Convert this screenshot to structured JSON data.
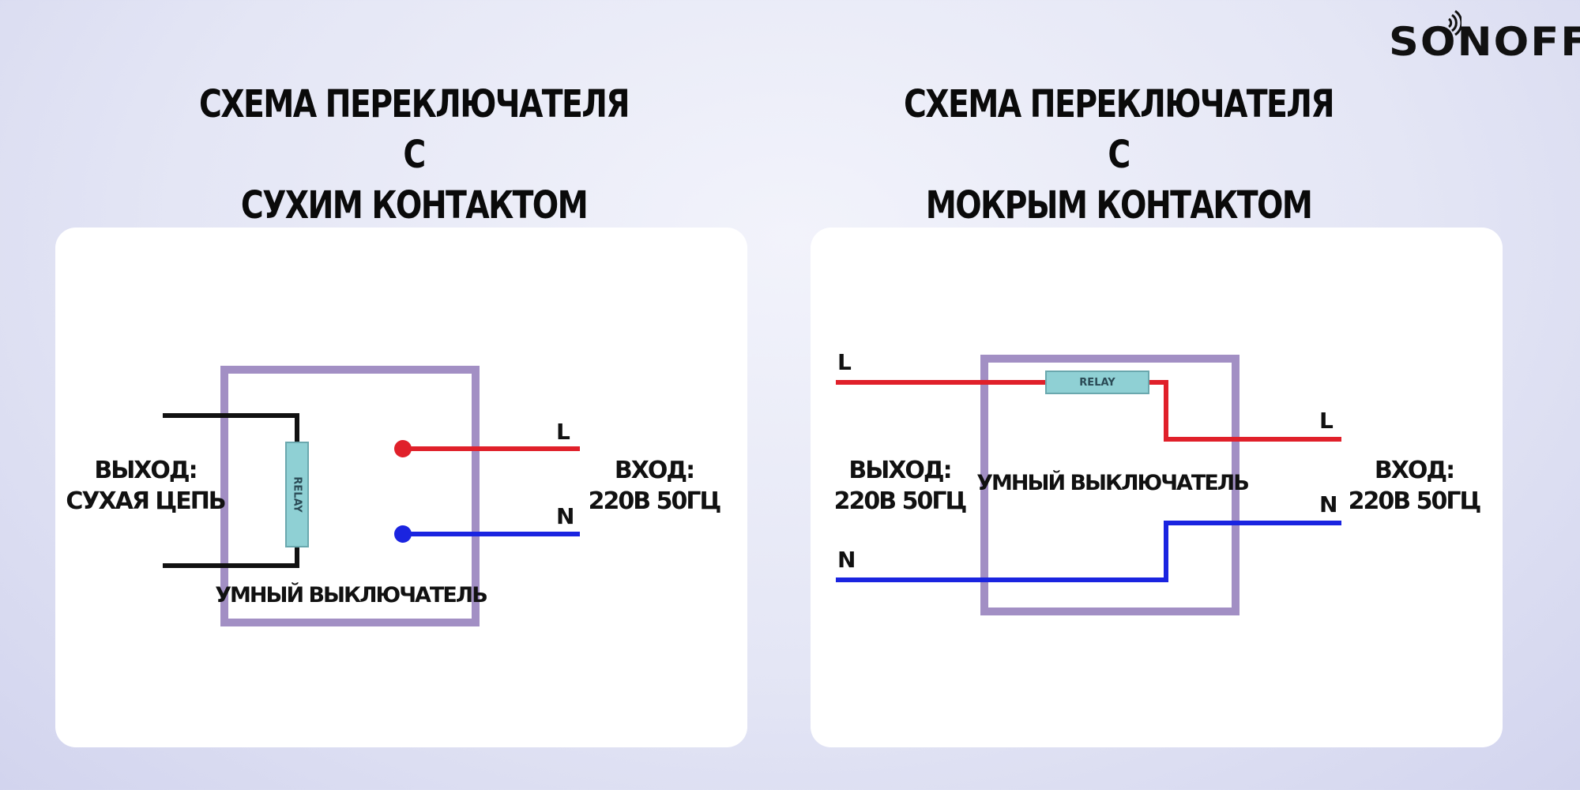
{
  "brand": {
    "logo_text": "SONOFF"
  },
  "left": {
    "title_line1": "СХЕМА ПЕРЕКЛЮЧАТЕЛЯ С",
    "title_line2": "СУХИМ КОНТАКТОМ",
    "output_label": "ВЫХОД:",
    "output_value": "СУХАЯ ЦЕПЬ",
    "input_label": "ВХОД:",
    "input_value": "220В 50ГЦ",
    "terminal_l": "L",
    "terminal_n": "N",
    "relay": "RELAY",
    "device_label": "УМНЫЙ ВЫКЛЮЧАТЕЛЬ"
  },
  "right": {
    "title_line1": "СХЕМА ПЕРЕКЛЮЧАТЕЛЯ С",
    "title_line2": "МОКРЫМ КОНТАКТОМ",
    "output_label": "ВЫХОД:",
    "output_value": "220В 50ГЦ",
    "input_label": "ВХОД:",
    "input_value": "220В 50ГЦ",
    "terminal_l_in": "L",
    "terminal_n_in": "N",
    "terminal_l_out": "L",
    "terminal_n_out": "N",
    "relay": "RELAY",
    "device_label": "УМНЫЙ ВЫКЛЮЧАТЕЛЬ"
  },
  "colors": {
    "live_wire": "#e0202a",
    "neutral_wire": "#1a24e0",
    "dry_wire": "#111111",
    "device_frame": "#a28fc4",
    "relay_fill": "#8fd0d4"
  }
}
